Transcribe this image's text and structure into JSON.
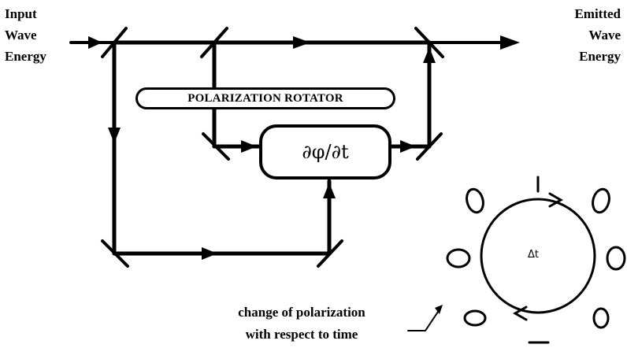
{
  "input_label": [
    "Input",
    "Wave",
    "Energy"
  ],
  "output_label": [
    "Emitted",
    "Wave",
    "Energy"
  ],
  "rotator_label": "POLARIZATION ROTATOR",
  "derivative_label": "∂φ/∂t",
  "cycle_label": "Δt",
  "caption": [
    "change of polarization",
    "with respect to time"
  ]
}
